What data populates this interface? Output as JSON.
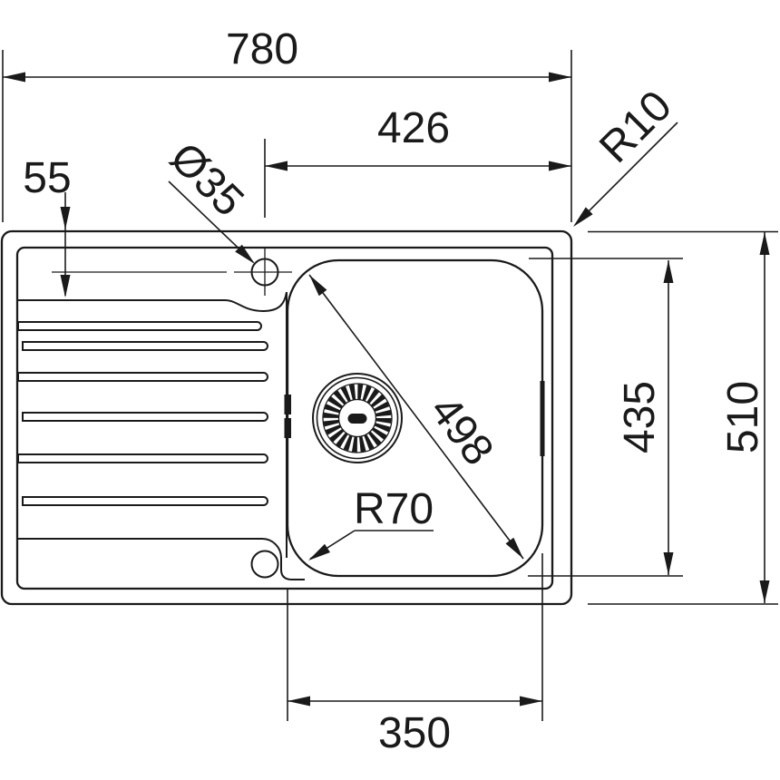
{
  "colors": {
    "line": "#1a1a1a",
    "background": "#ffffff"
  },
  "drawing": {
    "description": "Top-view technical dimension drawing of an inset kitchen sink with left drainboard and single right bowl",
    "labels": {
      "overall_width": "780",
      "tap_hole_offset": "426",
      "outer_corner_radius": "R10",
      "drainer_ledge": "55",
      "tap_hole_diameter": "Ø35",
      "bowl_diagonal": "498",
      "bowl_length": "435",
      "overall_depth": "510",
      "bowl_corner_radius": "R70",
      "bowl_width": "350"
    }
  }
}
